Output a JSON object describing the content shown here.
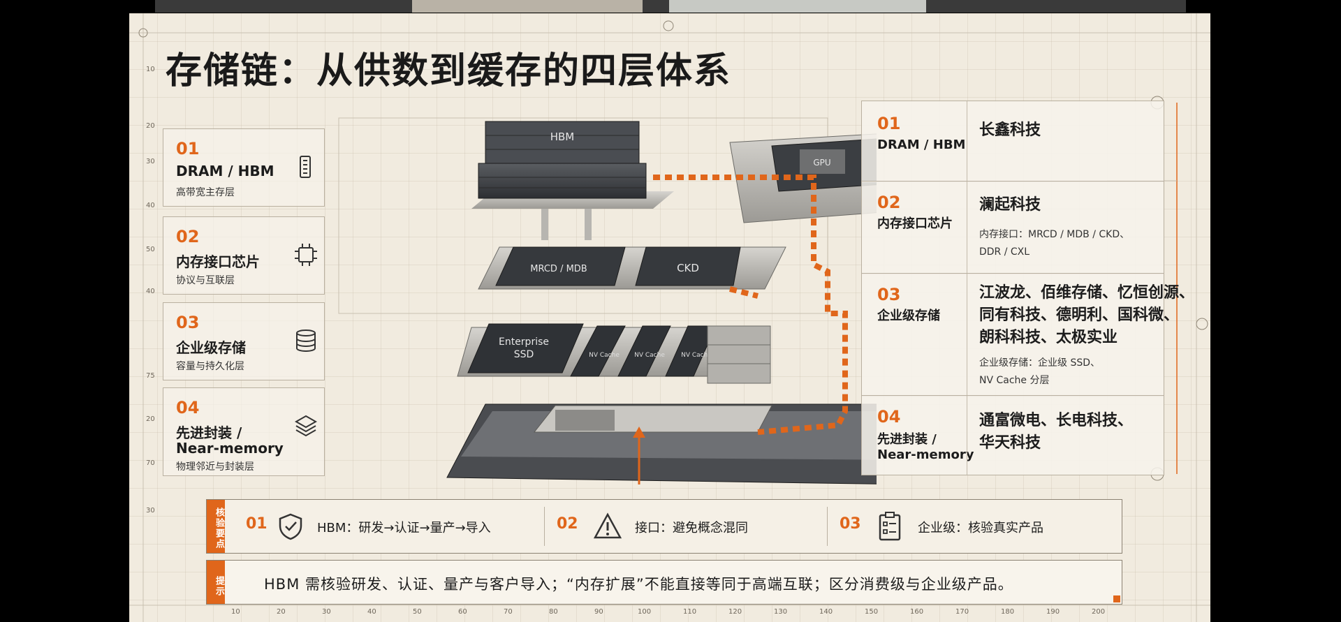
{
  "title": "存储链：从供数到缓存的四层体系",
  "layers": [
    {
      "num": "01",
      "title": "DRAM / HBM",
      "sub": "高带宽主存层",
      "icon": "memory-module-icon"
    },
    {
      "num": "02",
      "title": "内存接口芯片",
      "sub": "协议与互联层",
      "icon": "chip-icon"
    },
    {
      "num": "03",
      "title": "企业级存储",
      "sub": "容量与持久化层",
      "icon": "database-icon"
    },
    {
      "num": "04",
      "title_line1": "先进封装 /",
      "title_line2": "Near-memory",
      "sub": "物理邻近与封装层",
      "icon": "layers-icon"
    }
  ],
  "illustration": {
    "hbm": "HBM",
    "gpu": "GPU",
    "mrcd": "MRCD / MDB",
    "ckd": "CKD",
    "ssd_line1": "Enterprise",
    "ssd_line2": "SSD",
    "nvcache": "NV Cache"
  },
  "companies": [
    {
      "num": "01",
      "title": "DRAM / HBM",
      "companies": "长鑫科技"
    },
    {
      "num": "02",
      "title": "内存接口芯片",
      "companies": "澜起科技",
      "detail_line1": "内存接口：MRCD / MDB / CKD、",
      "detail_line2": "DDR / CXL"
    },
    {
      "num": "03",
      "title": "企业级存储",
      "companies_line1": "江波龙、佰维存储、忆恒创源、",
      "companies_line2": "同有科技、德明利、国科微、",
      "companies_line3": "朗科科技、太极实业",
      "detail_line1": "企业级存储：企业级 SSD、",
      "detail_line2": "NV Cache 分层"
    },
    {
      "num": "04",
      "title_line1": "先进封装 /",
      "title_line2": "Near-memory",
      "companies_line1": "通富微电、长电科技、",
      "companies_line2": "华天科技"
    }
  ],
  "checks": {
    "tag": "核验要点",
    "items": [
      {
        "num": "01",
        "icon": "shield-check-icon",
        "text": "HBM：研发→认证→量产→导入"
      },
      {
        "num": "02",
        "icon": "warning-icon",
        "text": "接口：避免概念混同"
      },
      {
        "num": "03",
        "icon": "clipboard-icon",
        "text": "企业级：核验真实产品"
      }
    ]
  },
  "tip": {
    "tag": "提示",
    "text": "HBM 需核验研发、认证、量产与客户导入；“内存扩展”不能直接等同于高端互联；区分消费级与企业级产品。"
  },
  "ruler_bottom": [
    "10",
    "20",
    "30",
    "40",
    "50",
    "60",
    "70",
    "80",
    "90",
    "100",
    "110",
    "120",
    "130",
    "140",
    "150",
    "160",
    "170",
    "180",
    "190",
    "200"
  ],
  "ruler_left": [
    "10",
    "20",
    "30",
    "40",
    "50",
    "40",
    "75",
    "20",
    "70",
    "30"
  ],
  "colors": {
    "accent": "#e0661b",
    "background": "#f1ebdf",
    "text": "#1c1c1c"
  }
}
